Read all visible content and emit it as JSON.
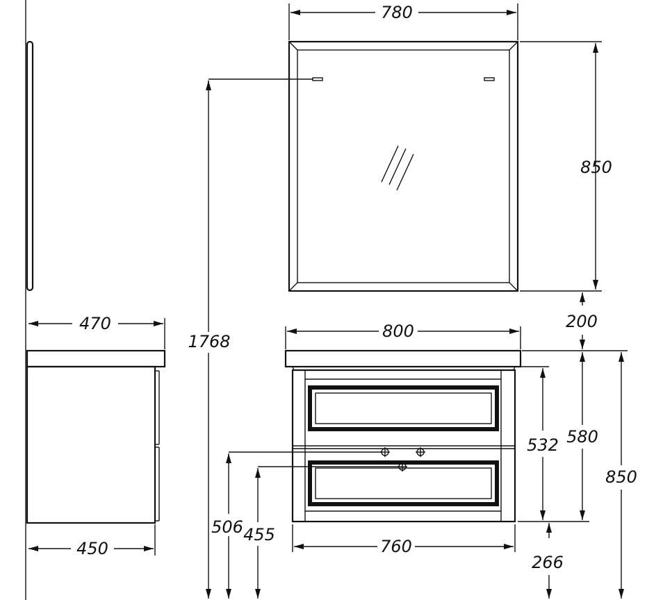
{
  "drawing": {
    "stroke_color": "#111111",
    "background": "#ffffff",
    "dimensions": {
      "mirror_width": "780",
      "mirror_height": "850",
      "mirror_mount_height": "1768",
      "gap_mirror_to_top": "200",
      "top_depth": "470",
      "top_width": "800",
      "cabinet_depth": "450",
      "cabinet_height": "532",
      "cabinet_height_with_top": "580",
      "overall_height": "850",
      "pipe_height_upper": "506",
      "pipe_height_lower": "455",
      "cabinet_width": "760",
      "floor_clearance": "266"
    }
  }
}
